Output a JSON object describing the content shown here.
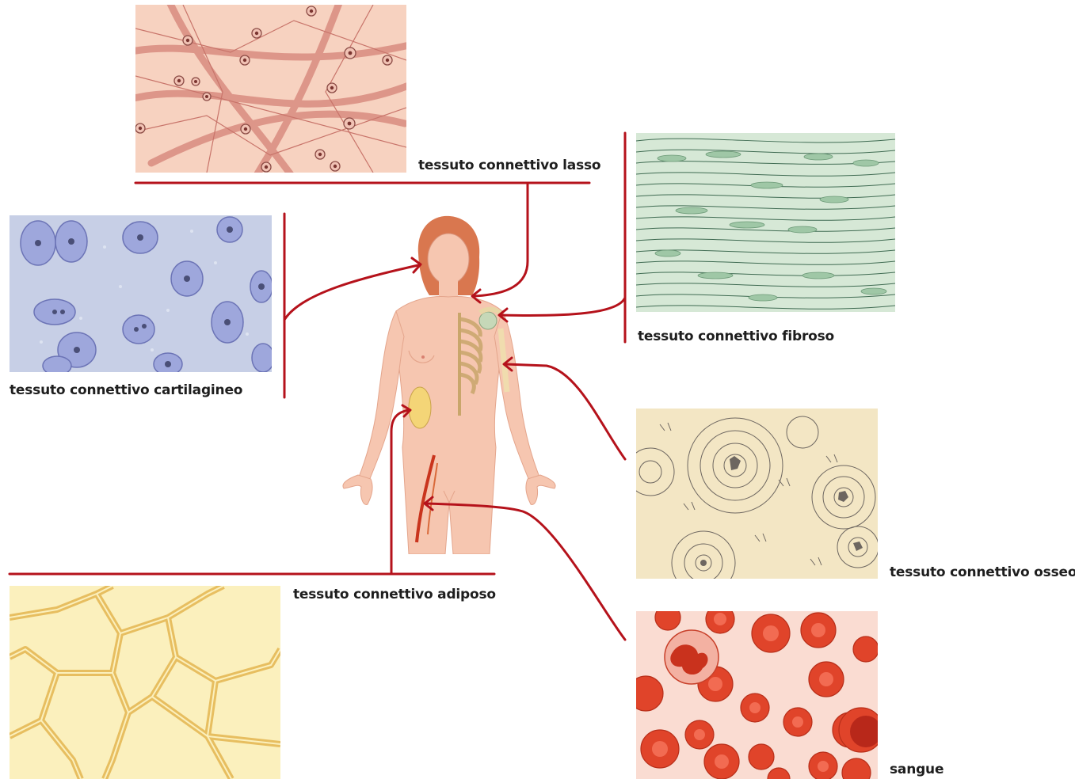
{
  "diagram": {
    "labels": {
      "lasso": "tessuto connettivo lasso",
      "cartilagineo": "tessuto connettivo cartilagineo",
      "fibroso": "tessuto connettivo fibroso",
      "osseo": "tessuto connettivo osseo",
      "adiposo": "tessuto connettivo adiposo",
      "sangue": "sangue"
    },
    "colors": {
      "connector": "#b5121b",
      "lasso_bg": "#f7d2c0",
      "cartilagineo_bg": "#c7cfe6",
      "fibroso_bg": "#d6e8d6",
      "osseo_bg": "#f3e6c4",
      "adiposo_bg": "#fbf0bd",
      "sangue_bg": "#fadcd2",
      "skin": "#f6c6b0",
      "hair": "#d9774f"
    }
  }
}
